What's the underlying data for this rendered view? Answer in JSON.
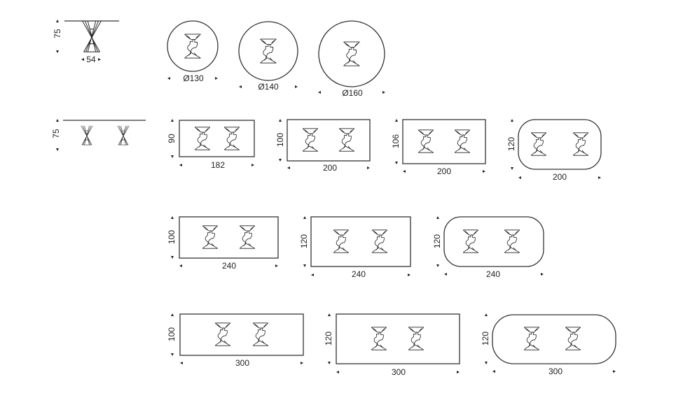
{
  "side_views": {
    "single": {
      "height": "75",
      "depth": "54"
    },
    "double": {
      "height": "75"
    }
  },
  "round_tables": [
    {
      "label": "Ø130"
    },
    {
      "label": "Ø140"
    },
    {
      "label": "Ø160"
    }
  ],
  "row_2": [
    {
      "w": "182",
      "d": "90"
    },
    {
      "w": "200",
      "d": "100"
    },
    {
      "w": "200",
      "d": "106"
    },
    {
      "w": "200",
      "d": "120"
    }
  ],
  "row_3": [
    {
      "w": "240",
      "d": "100"
    },
    {
      "w": "240",
      "d": "120"
    },
    {
      "w": "240",
      "d": "120"
    }
  ],
  "row_4": [
    {
      "w": "300",
      "d": "100"
    },
    {
      "w": "300",
      "d": "120"
    },
    {
      "w": "300",
      "d": "120"
    }
  ]
}
